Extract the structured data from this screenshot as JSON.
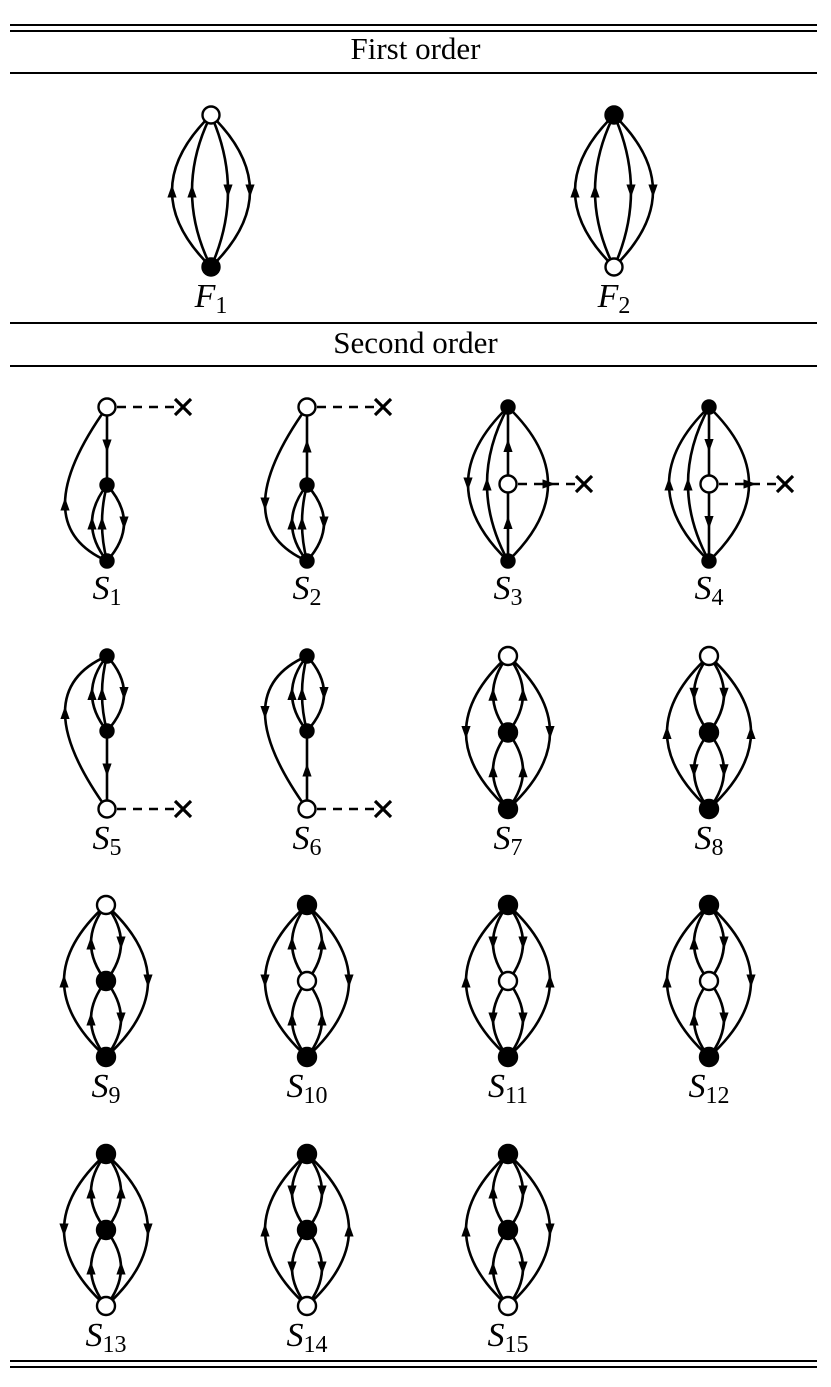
{
  "sections": {
    "first": "First order",
    "second": "Second order"
  },
  "diagrams": [
    {
      "id": "F1",
      "letter": "F",
      "sub": "1",
      "type": "melon",
      "top": "open",
      "bottom": "filled",
      "outer": "up",
      "inner": "down"
    },
    {
      "id": "F2",
      "letter": "F",
      "sub": "2",
      "type": "melon",
      "top": "filled",
      "bottom": "open",
      "outer": "up",
      "inner": "down"
    },
    {
      "id": "S1",
      "letter": "S",
      "sub": "1",
      "type": "tadpole",
      "extTop": true,
      "spine": "down",
      "arc": "up",
      "lobes": "mixed"
    },
    {
      "id": "S2",
      "letter": "S",
      "sub": "2",
      "type": "tadpole",
      "extTop": true,
      "spine": "up",
      "arc": "down",
      "lobes": "mixed"
    },
    {
      "id": "S3",
      "letter": "S",
      "sub": "3",
      "type": "center",
      "mid": "open",
      "spine": "up",
      "outer": "down",
      "inner": "up"
    },
    {
      "id": "S4",
      "letter": "S",
      "sub": "4",
      "type": "center",
      "mid": "open",
      "spine": "down",
      "outer": "up",
      "inner": "up"
    },
    {
      "id": "S5",
      "letter": "S",
      "sub": "5",
      "type": "tadpole",
      "extTop": false,
      "spine": "down",
      "arc": "up",
      "lobes": "mixed"
    },
    {
      "id": "S6",
      "letter": "S",
      "sub": "6",
      "type": "tadpole",
      "extTop": false,
      "spine": "up",
      "arc": "down",
      "lobes": "mixed"
    },
    {
      "id": "S7",
      "letter": "S",
      "sub": "7",
      "type": "figure8",
      "top": "open",
      "mid": "filled",
      "bottom": "filled",
      "outerL": "down",
      "outerR": "down",
      "upper": "up",
      "lower": "up"
    },
    {
      "id": "S8",
      "letter": "S",
      "sub": "8",
      "type": "figure8",
      "top": "open",
      "mid": "filled",
      "bottom": "filled",
      "outerL": "up",
      "outerR": "up",
      "upper": "down",
      "lower": "down"
    },
    {
      "id": "S9",
      "letter": "S",
      "sub": "9",
      "type": "figure8",
      "top": "open",
      "mid": "filled",
      "bottom": "filled",
      "outerL": "up",
      "outerR": "down",
      "upper": "mixed",
      "lower": "mixed"
    },
    {
      "id": "S10",
      "letter": "S",
      "sub": "10",
      "type": "figure8",
      "top": "filled",
      "mid": "open",
      "bottom": "filled",
      "outerL": "down",
      "outerR": "down",
      "upper": "up",
      "lower": "up"
    },
    {
      "id": "S11",
      "letter": "S",
      "sub": "11",
      "type": "figure8",
      "top": "filled",
      "mid": "open",
      "bottom": "filled",
      "outerL": "up",
      "outerR": "up",
      "upper": "down",
      "lower": "down"
    },
    {
      "id": "S12",
      "letter": "S",
      "sub": "12",
      "type": "figure8",
      "top": "filled",
      "mid": "open",
      "bottom": "filled",
      "outerL": "up",
      "outerR": "down",
      "upper": "mixed",
      "lower": "mixed"
    },
    {
      "id": "S13",
      "letter": "S",
      "sub": "13",
      "type": "figure8",
      "top": "filled",
      "mid": "filled",
      "bottom": "open",
      "outerL": "down",
      "outerR": "down",
      "upper": "up",
      "lower": "up"
    },
    {
      "id": "S14",
      "letter": "S",
      "sub": "14",
      "type": "figure8",
      "top": "filled",
      "mid": "filled",
      "bottom": "open",
      "outerL": "up",
      "outerR": "up",
      "upper": "down",
      "lower": "down"
    },
    {
      "id": "S15",
      "letter": "S",
      "sub": "15",
      "type": "figure8",
      "top": "filled",
      "mid": "filled",
      "bottom": "open",
      "outerL": "up",
      "outerR": "down",
      "upper": "mixed",
      "lower": "mixed"
    }
  ]
}
